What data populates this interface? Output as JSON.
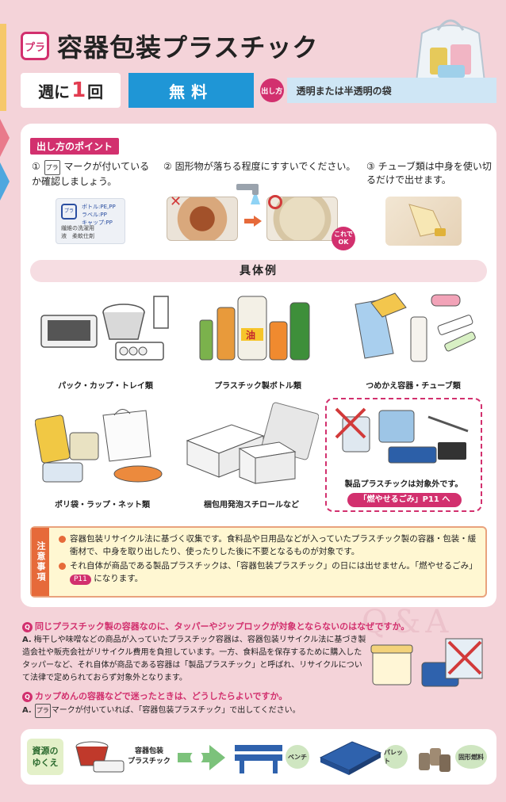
{
  "header": {
    "mark": "プラ",
    "title": "容器包装プラスチック"
  },
  "schedule": {
    "freq_prefix": "週に",
    "freq_num": "1",
    "freq_suffix": "回",
    "fee": "無料",
    "how_badge": "出し方",
    "how_text": "透明または半透明の袋"
  },
  "points": {
    "label": "出し方のポイント",
    "step1": {
      "num": "①",
      "mark": "プラ",
      "text": "マークが付いているか確認しましょう。"
    },
    "step2": {
      "num": "②",
      "text": "固形物が落ちる程度にすすいでください。"
    },
    "step3": {
      "num": "③",
      "text": "チューブ類は中身を使い切るだけで出せます。"
    },
    "label_card": {
      "mark": "プラ",
      "line1": "ボトル:PE,PP",
      "line2": "ラベル:PP",
      "line3": "キャップ:PP",
      "foot1": "繊維の洗濯用",
      "foot2": "液　柔軟仕剤"
    },
    "ok_badge_l1": "これで",
    "ok_badge_l2": "OK"
  },
  "examples": {
    "title": "具体例",
    "items": [
      {
        "label": "パック・カップ・トレイ類"
      },
      {
        "label": "プラスチック製ボトル類"
      },
      {
        "label": "つめかえ容器・チューブ類"
      },
      {
        "label": "ポリ袋・ラップ・ネット類"
      },
      {
        "label": "梱包用発泡スチロールなど"
      }
    ],
    "not_target": "製品プラスチックは対象外です。",
    "not_target_link": "「燃やせるごみ」P11 へ"
  },
  "caution": {
    "tag": "注意事項",
    "item1": "容器包装リサイクル法に基づく収集です。食料品や日用品などが入っていたプラスチック製の容器・包装・緩衝材で、中身を取り出したり、使ったりした後に不要となるものが対象です。",
    "item2_a": "それ自体が商品である製品プラスチックは、「容器包装プラスチック」の日には出せません。「燃やせるごみ」",
    "item2_p": "P11",
    "item2_b": "になります。"
  },
  "qa": {
    "bg": "Q&A",
    "q1_badge": "Q",
    "q1": "同じプラスチック製の容器なのに、タッパーやジップロックが対象とならないのはなぜですか。",
    "a1_badge": "A.",
    "a1": "梅干しや味噌などの商品が入っていたプラスチック容器は、容器包装リサイクル法に基づき製造会社や販売会社がリサイクル費用を負担しています。一方、食料品を保存するために購入したタッパーなど、それ自体が商品である容器は「製品プラスチック」と呼ばれ、リサイクルについて法律で定められておらず対象外となります。",
    "q2_badge": "Q",
    "q2": "カップめんの容器などで迷ったときは、どうしたらよいですか。",
    "a2_badge": "A.",
    "a2_mark": "プラ",
    "a2": "マークが付いていれば、「容器包装プラスチック」で出してください。"
  },
  "resource": {
    "tag_l1": "資源の",
    "tag_l2": "ゆくえ",
    "source_l1": "容器包装",
    "source_l2": "プラスチック",
    "out1": "ベンチ",
    "out2": "パレット",
    "out3": "固形燃料"
  },
  "colors": {
    "bg": "#f4d3d9",
    "accent": "#d2306e",
    "fee_blue": "#1f96d6",
    "caution_orange": "#e66a3a"
  }
}
